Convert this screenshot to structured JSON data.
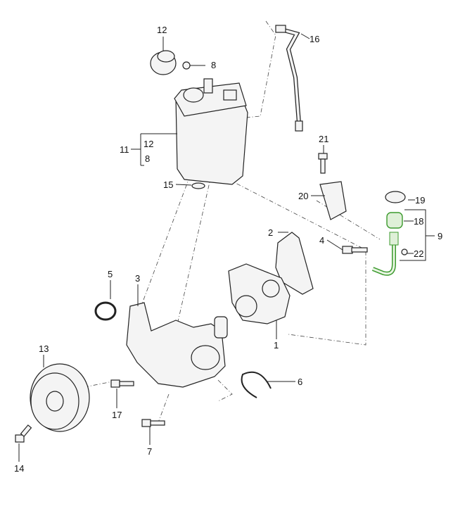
{
  "diagram": {
    "highlight_color": "#3c9a2e",
    "callouts": {
      "c12_top": "12",
      "c8_top": "8",
      "c16": "16",
      "c11": "11",
      "c11_12": "12",
      "c11_8": "8",
      "c21": "21",
      "c15": "15",
      "c20": "20",
      "c19": "19",
      "c18": "18",
      "c9": "9",
      "c22": "22",
      "c2": "2",
      "c4": "4",
      "c5": "5",
      "c3": "3",
      "c1": "1",
      "c13": "13",
      "c6": "6",
      "c17": "17",
      "c7": "7",
      "c14": "14"
    }
  }
}
